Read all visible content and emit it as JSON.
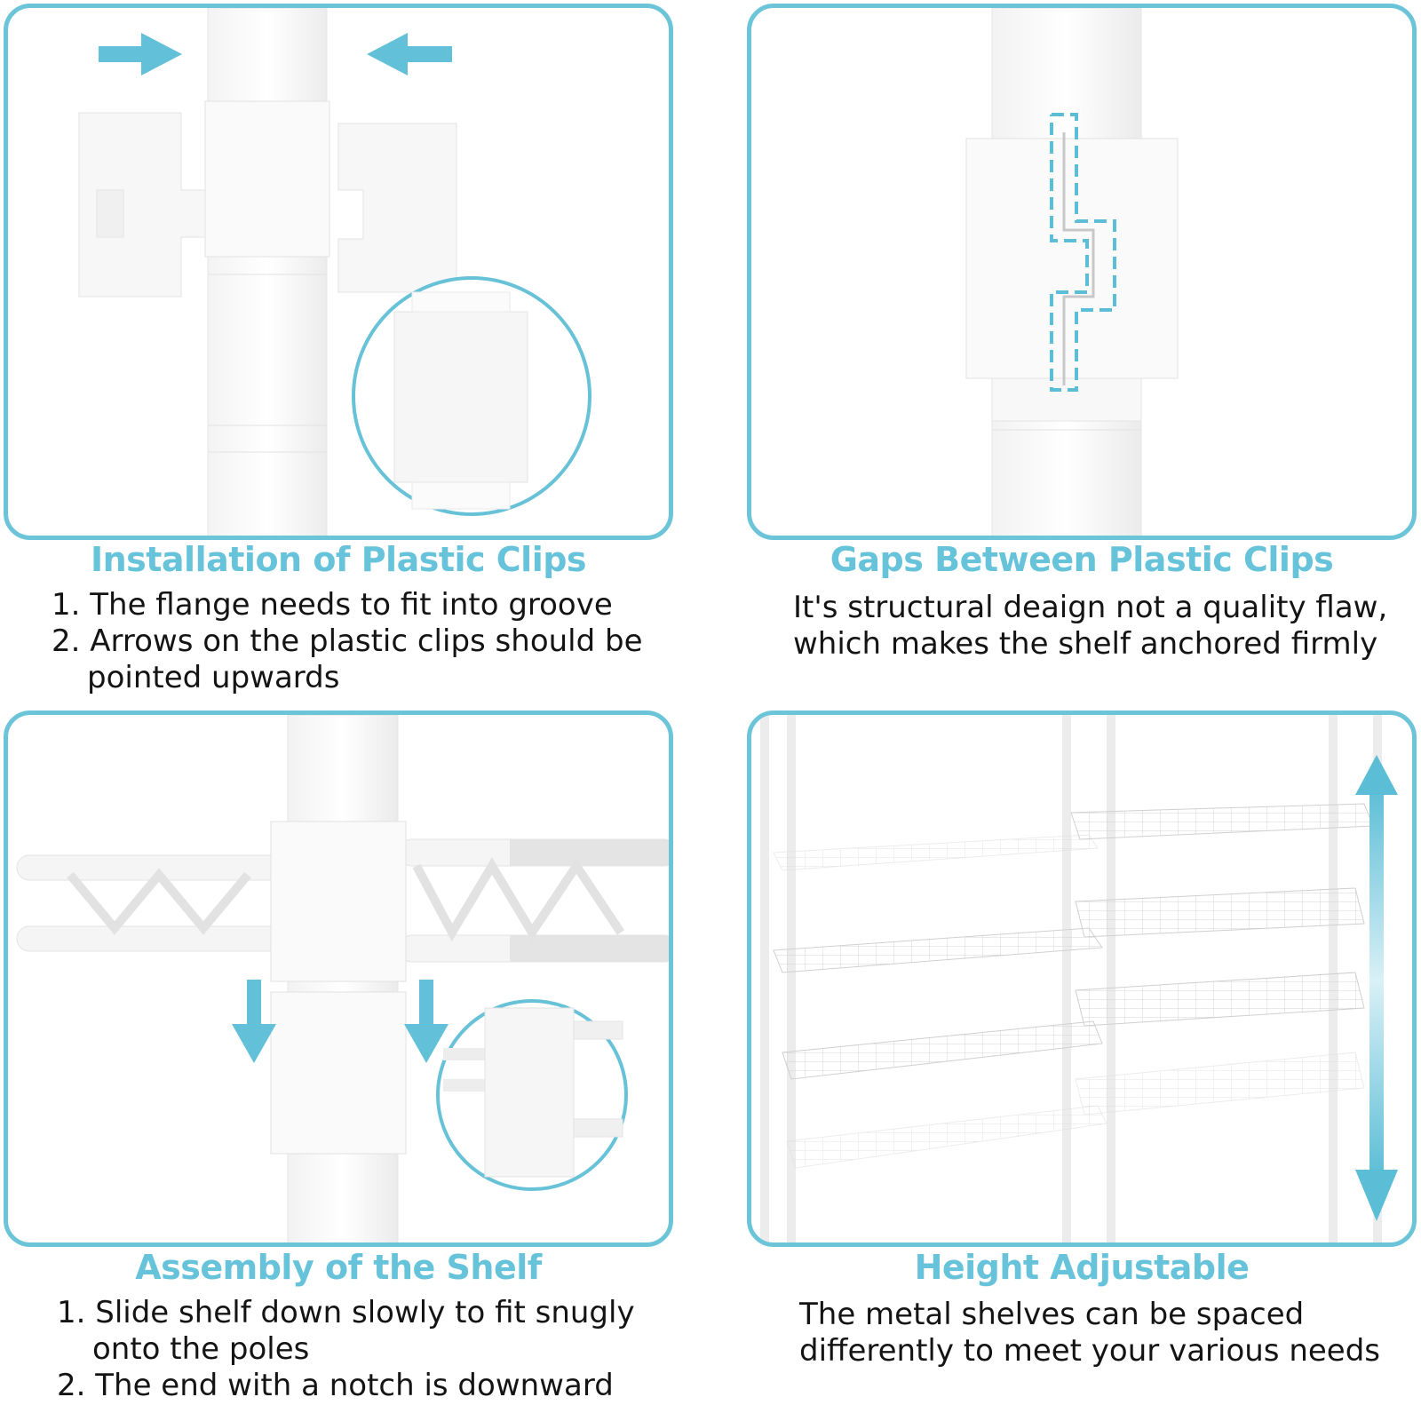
{
  "panels": [
    {
      "title": "Installation of Plastic Clips",
      "lines": [
        "1. The flange needs to fit into groove",
        "2. Arrows on the plastic clips should be",
        "pointed upwards"
      ]
    },
    {
      "title": "Gaps Between Plastic Clips",
      "lines": [
        "It's structural deaign not a quality flaw,",
        "which makes the shelf anchored firmly"
      ]
    },
    {
      "title": "Assembly of the Shelf",
      "lines": [
        "1. Slide shelf down slowly to fit snugly",
        "onto the poles",
        "2. The end with a notch is downward"
      ]
    },
    {
      "title": "Height Adjustable",
      "lines": [
        "The metal shelves can be spaced",
        "differently to meet your various needs"
      ]
    }
  ],
  "colors": {
    "accent": "#66c3da",
    "border": "#6cc4d8",
    "text": "#141414"
  }
}
